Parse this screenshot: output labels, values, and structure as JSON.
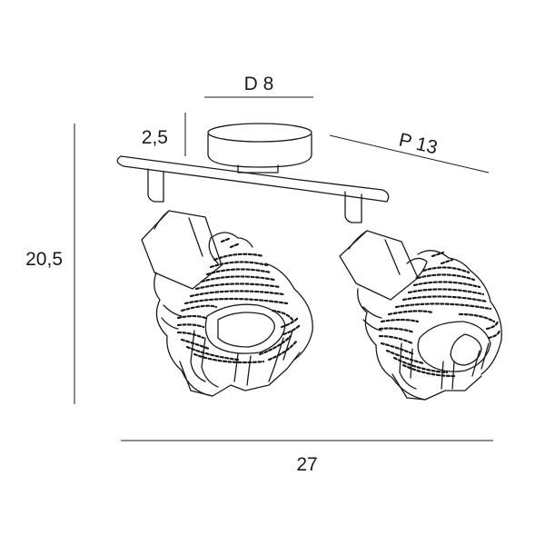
{
  "dimensions": {
    "diameter": "D 8",
    "base_height": "2,5",
    "projection": "P 13",
    "height": "20,5",
    "width": "27"
  },
  "colors": {
    "line": "#1a1a1a",
    "background": "#ffffff"
  }
}
